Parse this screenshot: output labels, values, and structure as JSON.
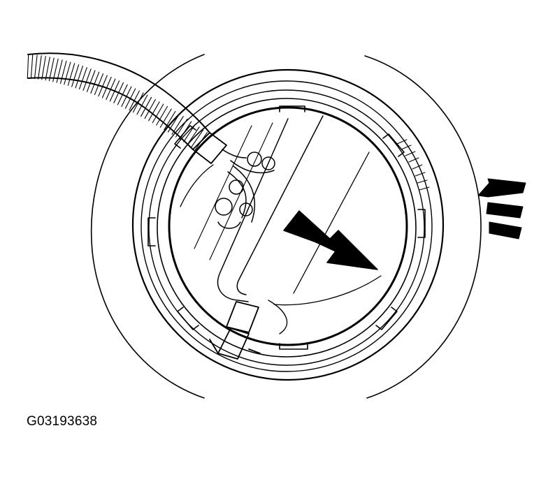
{
  "figure": {
    "caption": "G03193638",
    "subject": "fuel-pump-lock-ring-removal",
    "ink_color": "#000000",
    "paper_color": "#ffffff",
    "icons": [
      "rotation-direction-arrow",
      "motion-lines-arrow",
      "wiring-harness",
      "lock-ring"
    ]
  }
}
